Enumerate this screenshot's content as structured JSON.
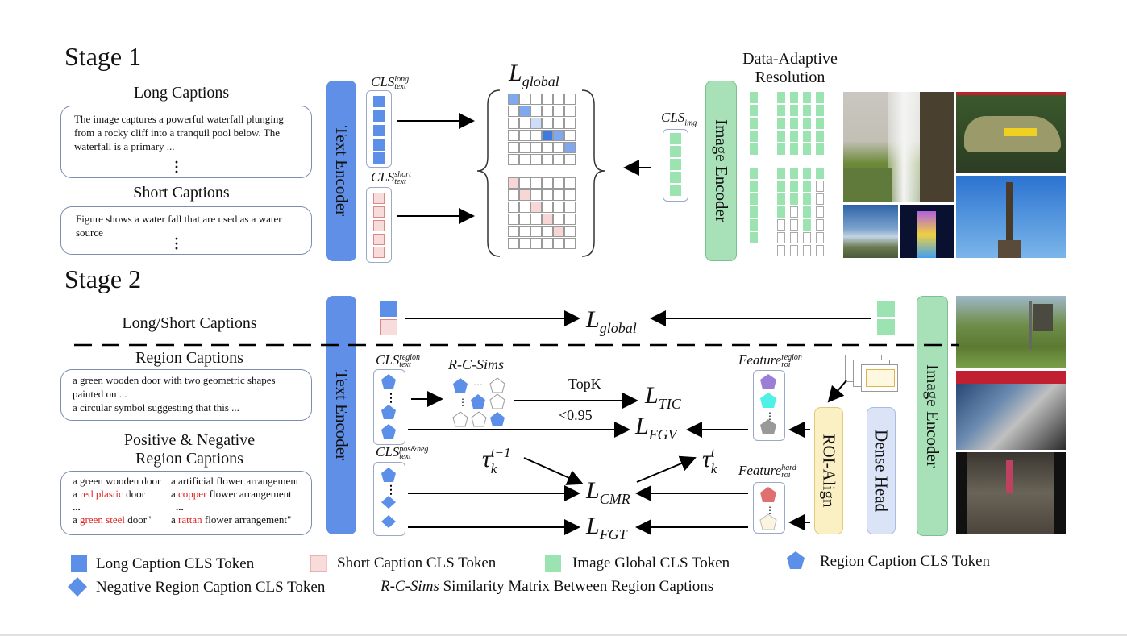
{
  "stage1": {
    "title": "Stage 1",
    "long_heading": "Long Captions",
    "long_text": "The image captures a powerful waterfall plunging from a rocky cliff into a tranquil pool below. The waterfall is a primary ...",
    "short_heading": "Short Captions",
    "short_text": "Figure shows a water fall that are used as a water source",
    "text_encoder": "Text Encoder",
    "image_encoder": "Image Encoder",
    "cls_long": "CLS",
    "cls_long_sup": "long",
    "cls_long_sub": "text",
    "cls_short": "CLS",
    "cls_short_sup": "short",
    "cls_short_sub": "text",
    "cls_img": "CLS",
    "cls_img_sub": "img",
    "loss_global": "L",
    "loss_global_sub": "global",
    "data_adaptive": "Data-Adaptive",
    "resolution": "Resolution"
  },
  "stage2": {
    "title": "Stage 2",
    "long_short": "Long/Short Captions",
    "region_heading": "Region Captions",
    "region_line1": "a green wooden door with two geometric shapes painted on ...",
    "region_line2": "a circular symbol suggesting that this ...",
    "posneg_heading1": "Positive & Negative",
    "posneg_heading2": "Region Captions",
    "posneg": {
      "l1a": "a green wooden door",
      "l1b": "a artificial flower arrangement",
      "l2a_pre": "a ",
      "l2a_red": "red plastic",
      "l2a_post": " door",
      "l2b_pre": "a ",
      "l2b_red": "copper",
      "l2b_post": " flower arrangement",
      "l3a": "...",
      "l3b": "...",
      "l4a_pre": "a ",
      "l4a_red": "green steel",
      "l4a_post": " door\"",
      "l4b_pre": "a ",
      "l4b_red": "rattan",
      "l4b_post": " flower arrangement\""
    },
    "text_encoder": "Text Encoder",
    "image_encoder": "Image Encoder",
    "cls_region": "CLS",
    "cls_region_sup": "region",
    "cls_region_sub": "text",
    "cls_posneg": "CLS",
    "cls_posneg_sup": "pos&neg",
    "cls_posneg_sub": "text",
    "rcsims": "R-C-Sims",
    "topk": "TopK",
    "lt095": "<0.95",
    "loss_global": "L",
    "loss_global_sub": "global",
    "loss_tic": "L",
    "loss_tic_sub": "TIC",
    "loss_fgv": "L",
    "loss_fgv_sub": "FGV",
    "loss_cmr": "L",
    "loss_cmr_sub": "CMR",
    "loss_fgt": "L",
    "loss_fgt_sub": "FGT",
    "tau": "τ",
    "tau_left_sup": "t−1",
    "tau_right_sup": "t",
    "tau_sub": "k",
    "feat_region": "Feature",
    "feat_region_sup": "region",
    "feat_region_sub": "roi",
    "feat_hard": "Feature",
    "feat_hard_sup": "hard",
    "feat_hard_sub": "roi",
    "roi_align": "ROI-Align",
    "dense_head": "Dense Head"
  },
  "legend": {
    "long": "Long Caption CLS Token",
    "short": "Short Caption CLS Token",
    "img": "Image Global CLS Token",
    "region": "Region Caption CLS Token",
    "neg": "Negative Region Caption CLS Token",
    "rcsims_term": "R-C-Sims",
    "rcsims_desc": " Similarity Matrix Between Region Captions"
  },
  "colors": {
    "text_encoder": "#5f8fe6",
    "image_encoder": "#a8e0b8",
    "roi_align": "#fbefc4",
    "dense_head": "#dbe4f7",
    "negative_word": "#e02020"
  }
}
